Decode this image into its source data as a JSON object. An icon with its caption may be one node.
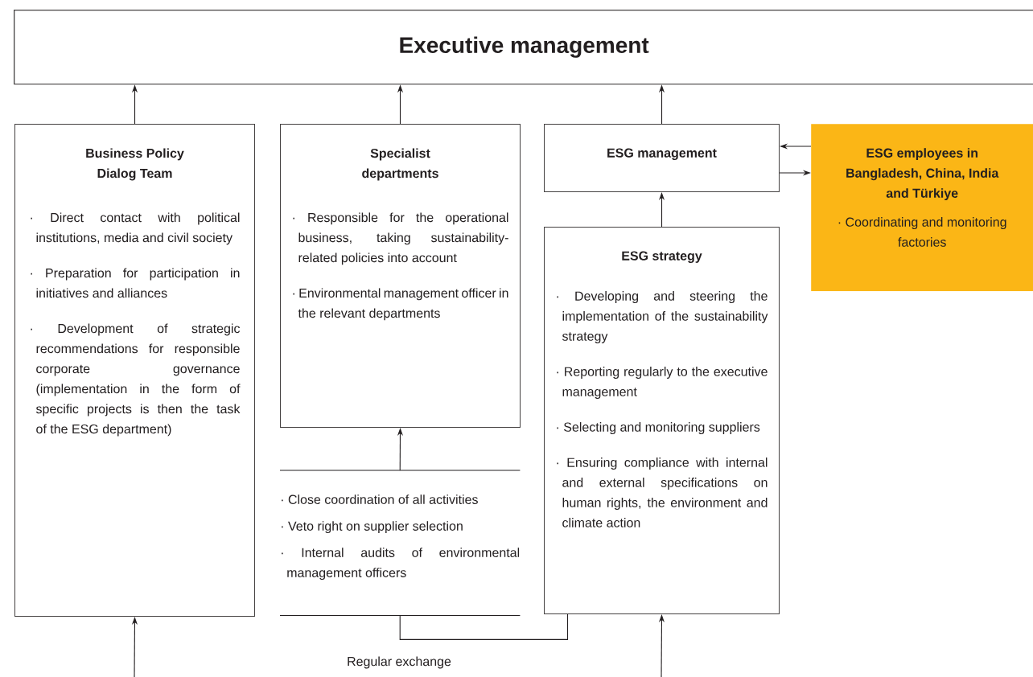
{
  "diagram": {
    "nodes": [
      {
        "text": [
          "Executive management"
        ]
      },
      {
        "text": [
          "Business Policy Dialog Team",
          "· Direct contact with political institutions, media and civil society",
          "· Preparation for participation in initiatives and alliances",
          "· Development of strategic recommendations for responsible corporate governance (implementation in the form of specific projects is then the task of the ESG department)"
        ]
      },
      {
        "text": [
          "Specialist departments",
          "· Responsible for the operational business, taking sustainability-related policies into account",
          "· Environmental management officer in the relevant departments"
        ]
      },
      {
        "text": [
          "ESG management"
        ]
      },
      {
        "text": [
          "ESG employees in Bangladesh, China, India and Türkiye",
          "· Coordinating and monitoring factories"
        ]
      },
      {
        "text": [
          "ESG strategy",
          "· Developing and steering the implementation of the sustainability strategy",
          "· Reporting regularly to the executive management",
          "· Selecting and monitoring suppliers",
          "· Ensuring compliance with internal and external specifications on human rights, the environment and climate action"
        ]
      },
      {
        "text": [
          "· Close coordination of all activities",
          "· Veto right on supplier selection",
          "· Internal audits of environmental management officers"
        ]
      }
    ],
    "edges": [
      {
        "from": 1,
        "to": 0,
        "arrow": "to"
      },
      {
        "from": 2,
        "to": 0,
        "arrow": "to"
      },
      {
        "from": 3,
        "to": 0,
        "arrow": "to"
      },
      {
        "from": 5,
        "to": 3,
        "arrow": "to"
      },
      {
        "from": 6,
        "to": 2,
        "arrow": "to"
      },
      {
        "from": 4,
        "to": 3,
        "arrow": "to"
      },
      {
        "from": 3,
        "to": 4,
        "arrow": "to"
      },
      {
        "from": null,
        "to": 1,
        "arrow": "to"
      },
      {
        "from": null,
        "to": 5,
        "arrow": "to"
      },
      {
        "from": 6,
        "to": 5,
        "arrow": "none",
        "label": "Regular exchange"
      }
    ]
  }
}
